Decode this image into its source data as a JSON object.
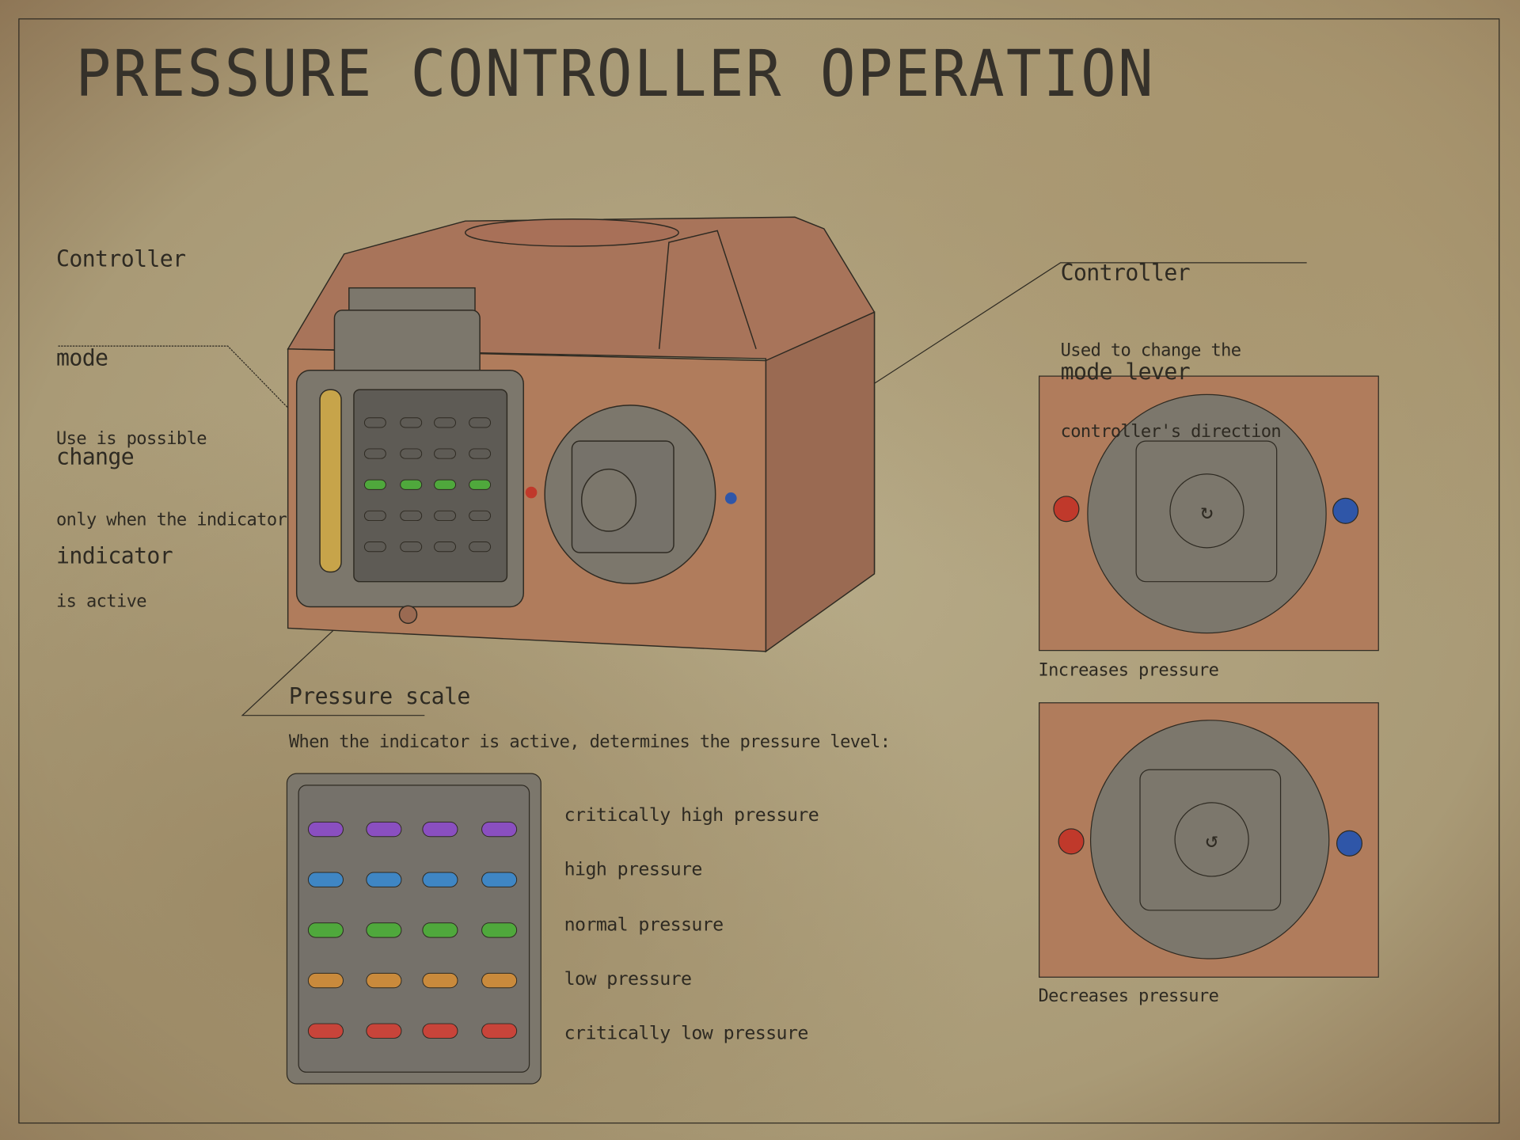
{
  "title": "PRESSURE CONTROLLER OPERATION",
  "indicator": {
    "heading": [
      "Controller",
      "mode",
      "change",
      "indicator"
    ],
    "description": [
      "Use is possible",
      "only when the indicator",
      "is active"
    ]
  },
  "lever": {
    "heading": [
      "Controller",
      "mode lever"
    ],
    "description": [
      "Used to change the",
      "controller's direction"
    ]
  },
  "scale": {
    "heading": "Pressure scale",
    "description": "When the indicator is active, determines the pressure level:",
    "levels": [
      {
        "label": "critically high pressure",
        "color": "#8a4fc0"
      },
      {
        "label": "high pressure",
        "color": "#3f86c4"
      },
      {
        "label": "normal pressure",
        "color": "#4fa83c"
      },
      {
        "label": "low pressure",
        "color": "#c98a3c"
      },
      {
        "label": "critically low pressure",
        "color": "#c8443a"
      }
    ]
  },
  "views": {
    "increase": "Increases pressure",
    "decrease": "Decreases pressure"
  },
  "colors": {
    "body": "#b07c5c",
    "panel": "#7c776c",
    "red_dot": "#c0392b",
    "blue_dot": "#2f56a8"
  }
}
